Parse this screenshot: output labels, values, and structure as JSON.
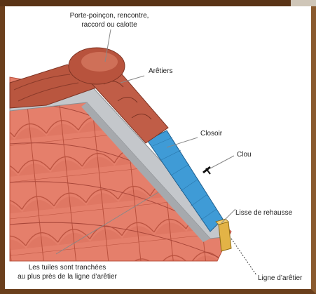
{
  "labels": {
    "poincon_line1": "Porte-poinçon, rencontre,",
    "poincon_line2": "raccord ou calotte",
    "aretiers": "Arêtiers",
    "closoir": "Closoir",
    "clou": "Clou",
    "lisse": "Lisse de rehausse",
    "ligne": "Ligne d’arêtier",
    "tuiles_line1": "Les tuiles sont tranchées",
    "tuiles_line2": "au plus près de la ligne d’arêtier"
  },
  "colors": {
    "frame": "#6b3f1c",
    "tile": "#e07a66",
    "tile_dark": "#c25a47",
    "ridge": "#b6533f",
    "closoir": "#3d9ad6",
    "metal": "#b9bcc0",
    "wood": "#e0b040"
  }
}
